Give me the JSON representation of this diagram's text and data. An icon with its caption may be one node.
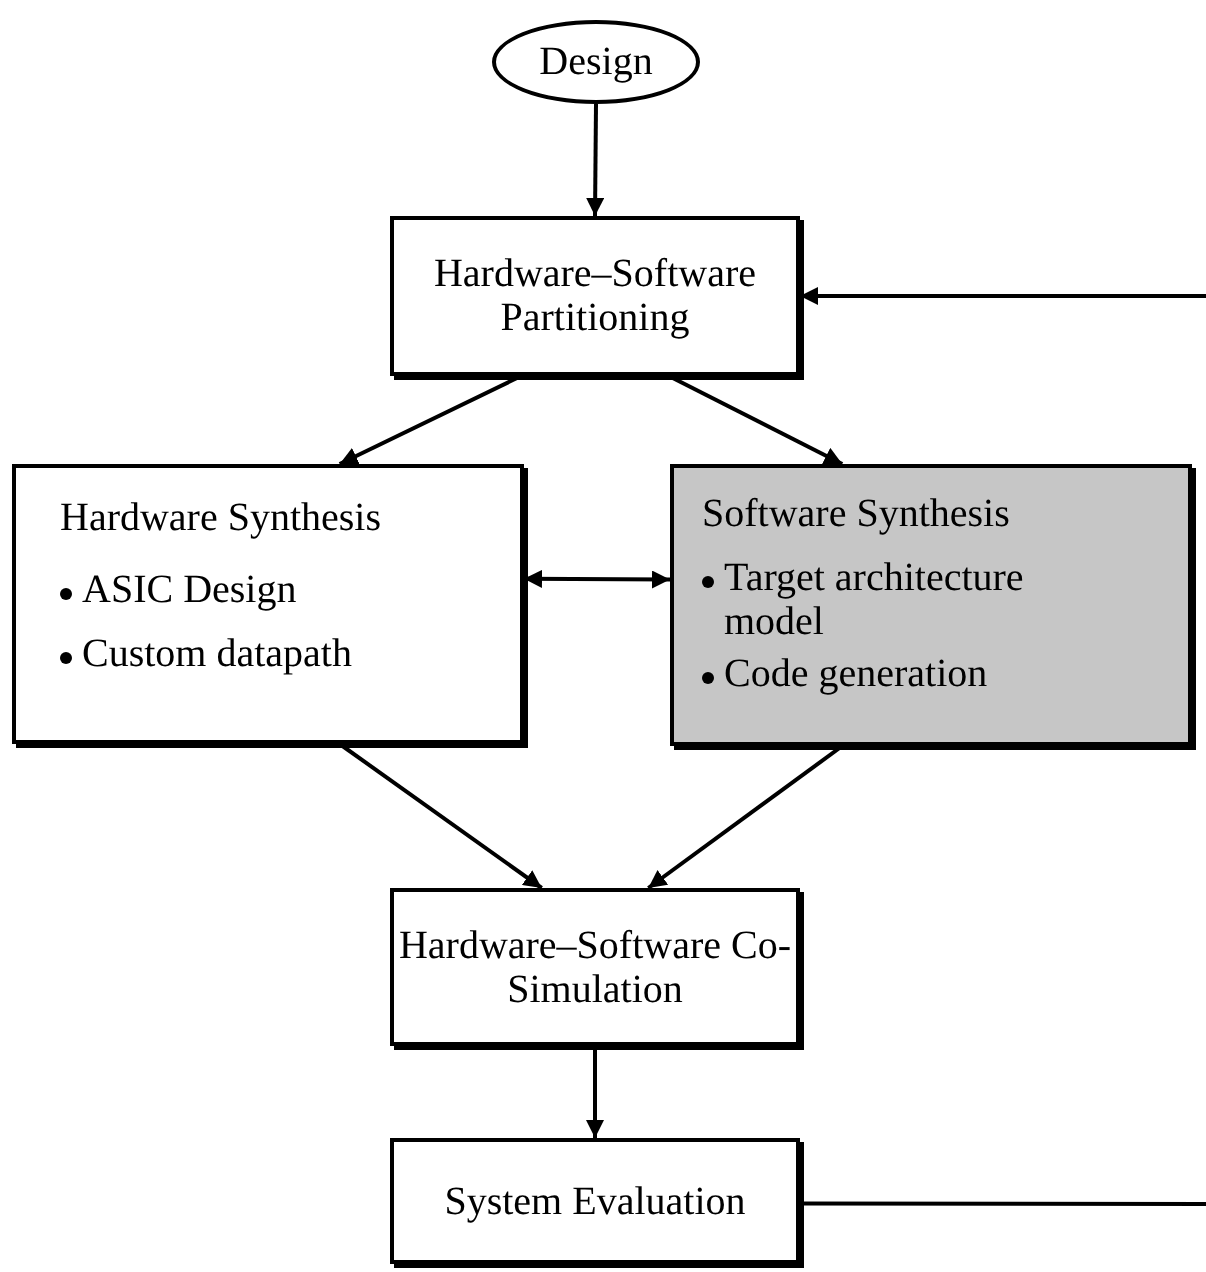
{
  "diagram": {
    "nodes": [
      {
        "text": [
          "Design"
        ]
      },
      {
        "text": [
          "Hardware–Software Partitioning"
        ]
      },
      {
        "text": [
          "Hardware Synthesis",
          "ASIC Design",
          "Custom datapath"
        ]
      },
      {
        "text": [
          "Software Synthesis",
          "Target architecture model",
          "Code generation"
        ]
      },
      {
        "text": [
          "Hardware–Software Co-Simulation"
        ]
      },
      {
        "text": [
          "System Evaluation"
        ]
      }
    ],
    "edges": [
      {
        "from": 0,
        "to": 1,
        "arrow": "to"
      },
      {
        "from": 1,
        "to": 2,
        "arrow": "to"
      },
      {
        "from": 1,
        "to": 3,
        "arrow": "to"
      },
      {
        "from": 2,
        "to": 3,
        "arrow": "both"
      },
      {
        "from": 2,
        "to": 4,
        "arrow": "to"
      },
      {
        "from": 3,
        "to": 4,
        "arrow": "to"
      },
      {
        "from": 4,
        "to": 5,
        "arrow": "to"
      },
      {
        "from": 5,
        "to": null,
        "arrow": "none"
      },
      {
        "from": null,
        "to": 1,
        "arrow": "to"
      }
    ]
  }
}
